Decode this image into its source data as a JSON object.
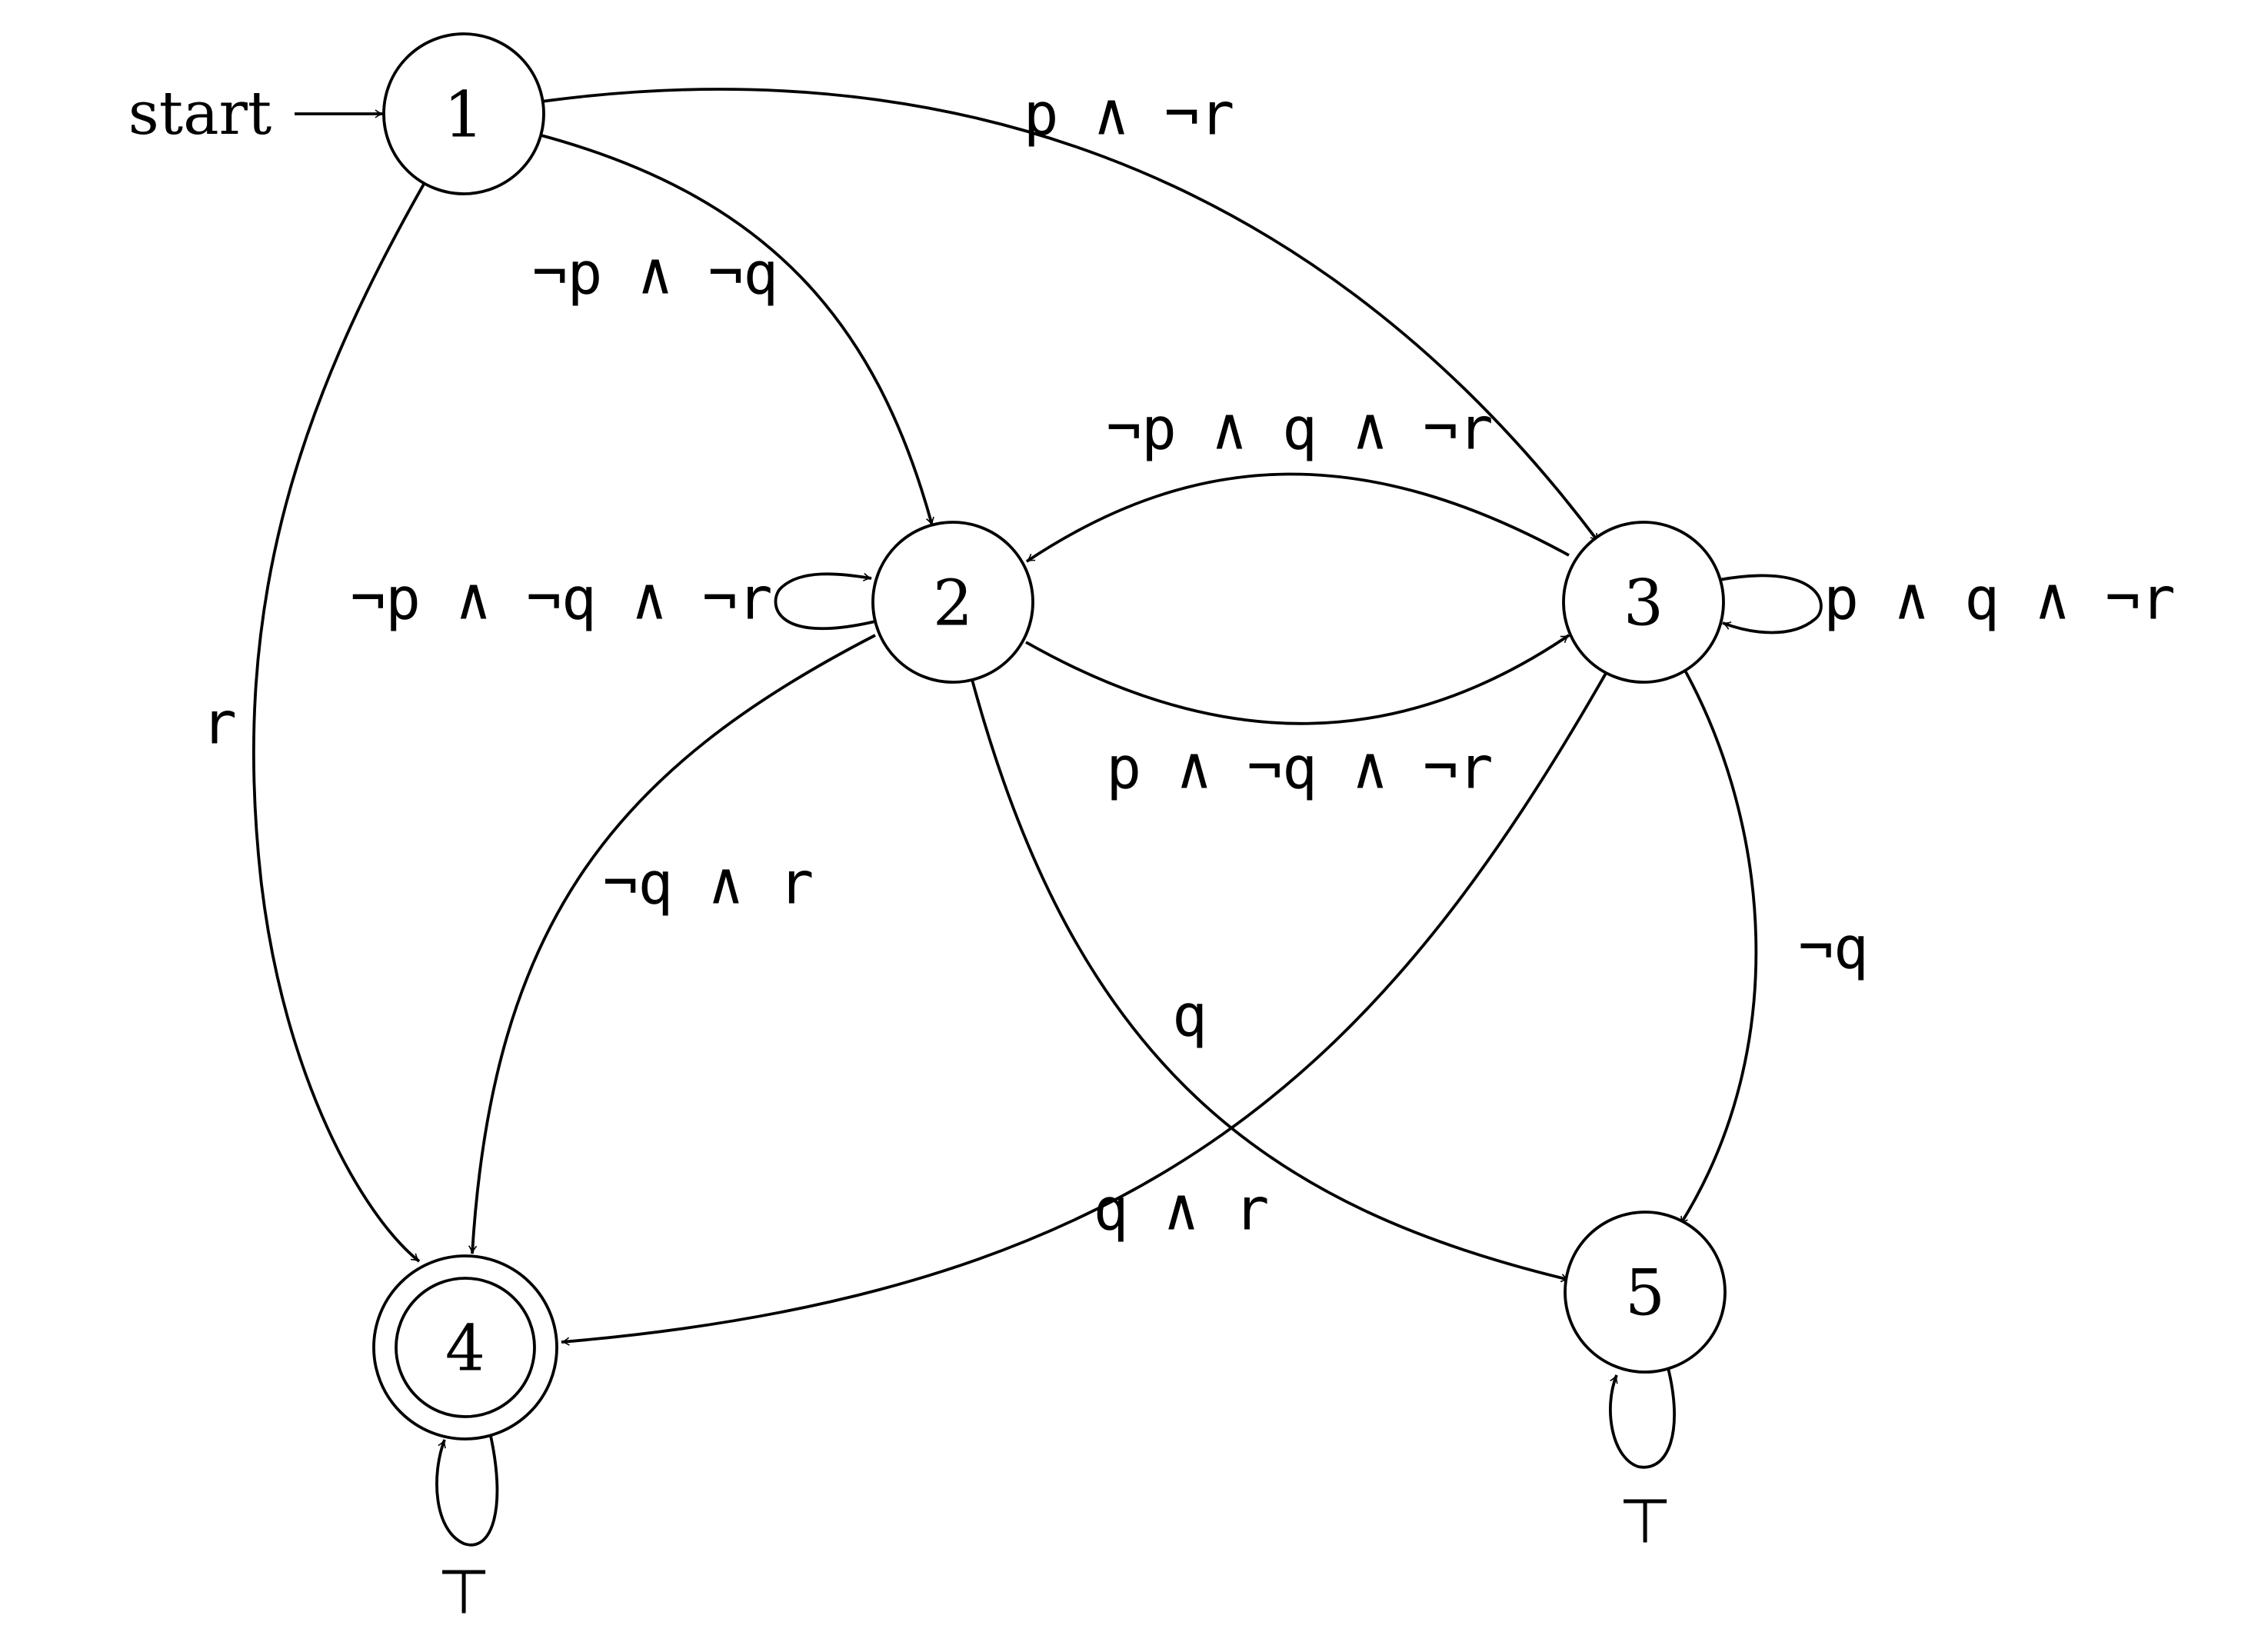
{
  "diagram": {
    "start_label": "start",
    "states": [
      {
        "id": "1",
        "label": "1",
        "accepting": false
      },
      {
        "id": "2",
        "label": "2",
        "accepting": false
      },
      {
        "id": "3",
        "label": "3",
        "accepting": false
      },
      {
        "id": "4",
        "label": "4",
        "accepting": true
      },
      {
        "id": "5",
        "label": "5",
        "accepting": false
      }
    ],
    "transitions": [
      {
        "from": "1",
        "to": "3",
        "label": "p ∧ ¬r"
      },
      {
        "from": "1",
        "to": "2",
        "label": "¬p ∧ ¬q"
      },
      {
        "from": "1",
        "to": "4",
        "label": "r"
      },
      {
        "from": "3",
        "to": "2",
        "label": "¬p ∧ q ∧ ¬r"
      },
      {
        "from": "2",
        "to": "3",
        "label": "p ∧ ¬q ∧ ¬r"
      },
      {
        "from": "2",
        "to": "2",
        "label": "¬p ∧ ¬q ∧ ¬r"
      },
      {
        "from": "3",
        "to": "3",
        "label": "p ∧ q ∧ ¬r"
      },
      {
        "from": "2",
        "to": "4",
        "label": "¬q ∧ r"
      },
      {
        "from": "2",
        "to": "5",
        "label": "q"
      },
      {
        "from": "3",
        "to": "4",
        "label": "q ∧ r"
      },
      {
        "from": "3",
        "to": "5",
        "label": "¬q"
      },
      {
        "from": "4",
        "to": "4",
        "label": "⊤"
      },
      {
        "from": "5",
        "to": "5",
        "label": "⊤"
      }
    ]
  }
}
